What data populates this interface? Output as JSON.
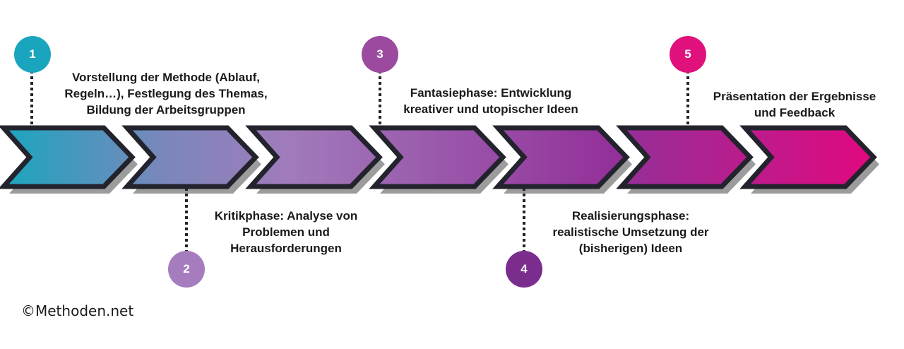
{
  "phases": [
    {
      "number": "1",
      "text": "Vorstellung der Methode (Ablauf,\nRegeln…), Festlegung des Themas,\nBildung der Arbeitsgruppen",
      "color": "#1aa5be"
    },
    {
      "number": "2",
      "text": "Kritikphase: Analyse von\nProblemen und\nHerausforderungen",
      "color": "#a57dbe"
    },
    {
      "number": "3",
      "text": "Fantasiephase: Entwicklung\nkreativer und utopischer Ideen",
      "color": "#9b4aa0"
    },
    {
      "number": "4",
      "text": "Realisierungsphase:\nrealistische Umsetzung der\n(bisherigen) Ideen",
      "color": "#7b2d8e"
    },
    {
      "number": "5",
      "text": "Präsentation der Ergebnisse\nund Feedback",
      "color": "#e0117d"
    }
  ],
  "arrow_colors": {
    "start": "#19a6c0",
    "mid1": "#7a87bb",
    "mid2": "#a17bbb",
    "mid3": "#93309a",
    "end": "#e2087f",
    "outline": "#23232d",
    "shadow": "#9c9c9c"
  },
  "copyright": "©Methoden.net"
}
